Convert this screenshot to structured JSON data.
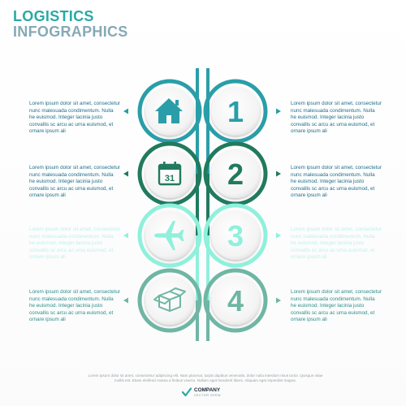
{
  "header": {
    "line1": "LOGISTICS",
    "line2": "INFOGRAPHICS"
  },
  "steps": [
    {
      "number": "1",
      "icon": "house-icon",
      "color": "#2a9ea8",
      "left_text": "Lorem ipsum dolor sit amet, consectetur nunc malesuada condimentum. Nulla he euismod. Integer lacinia justo convallis sc arcu ac urna euismod, et ornare ipsum ali",
      "right_text": "Lorem ipsum dolor sit amet, consectetur nunc malesuada condimentum. Nulla he euismod. Integer lacinia justo convallis sc arcu ac urna euismod, et ornare ipsum ali"
    },
    {
      "number": "2",
      "icon": "calendar-icon",
      "calendar_day": "31",
      "color": "#217a5e",
      "left_text": "Lorem ipsum dolor sit amet, consectetur nunc malesuada condimentum. Nulla he euismod. Integer lacinia justo convallis sc arcu ac urna euismod, et ornare ipsum ali",
      "right_text": "Lorem ipsum dolor sit amet, consectetur nunc malesuada condimentum. Nulla he euismod. Integer lacinia justo convallis sc arcu ac urna euismod, et ornare ipsum ali"
    },
    {
      "number": "3",
      "icon": "airplane-icon",
      "color": "#8ff0dc",
      "left_text": "Lorem ipsum dolor sit amet, consectetur nunc malesuada condimentum. Nulla he euismod. Integer lacinia justo convallis sc arcu ac urna euismod, et ornare ipsum ali",
      "right_text": "Lorem ipsum dolor sit amet, consectetur nunc malesuada condimentum. Nulla he euismod. Integer lacinia justo convallis sc arcu ac urna euismod, et ornare ipsum ali"
    },
    {
      "number": "4",
      "icon": "box-icon",
      "color": "#6fb6a4",
      "left_text": "Lorem ipsum dolor sit amet, consectetur nunc malesuada condimentum. Nulla he euismod. Integer lacinia justo convallis sc arcu ac urna euismod, et ornare ipsum ali",
      "right_text": "Lorem ipsum dolor sit amet, consectetur nunc malesuada condimentum. Nulla he euismod. Integer lacinia justo convallis sc arcu ac urna euismod, et ornare ipsum ali"
    }
  ],
  "footer": {
    "text": "Lorem ipsum dolor sit amet, consectetur adipiscing elit. Nam placerat, turpis dapibus venenatis, dolor nulla interdum risus tortor. Quisque vitae mollis est. Etiam eleifend massa a finibus viverra. Nullam eget hendrerit libero. Aliquam eget imperdiet magna.",
    "company": "COMPANY",
    "tagline": "VECTOR SPEW"
  },
  "colors": {
    "title_primary": "#2aa9a4",
    "title_secondary": "#86a9b5",
    "body_text": "#1f6f8b"
  }
}
